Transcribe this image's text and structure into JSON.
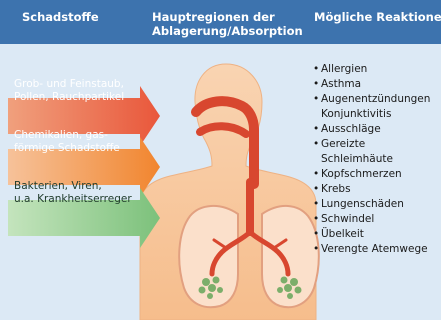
{
  "header": {
    "col_pollutants": "Schadstoffe",
    "col_regions_line1": "Hauptregionen der",
    "col_regions_line2": "Ablagerung/Absorption",
    "col_reactions": "Mögliche Reaktionen"
  },
  "pollutants": [
    {
      "line1": "Grob- und Feinstaub,",
      "line2": "Pollen, Rauchpartikel",
      "color": "#e9573b"
    },
    {
      "line1": "Chemikalien, gas-",
      "line2": "förmige Schadstoffe",
      "color": "#f1852e"
    },
    {
      "line1": "Bakterien, Viren,",
      "line2": "u.a. Krankheitserreger",
      "color": "#7cc17b"
    }
  ],
  "reactions": [
    {
      "line1": "Allergien",
      "line2": ""
    },
    {
      "line1": "Asthma",
      "line2": ""
    },
    {
      "line1": "Augenentzündungen",
      "line2": "Konjunktivitis"
    },
    {
      "line1": "Ausschläge",
      "line2": ""
    },
    {
      "line1": "Gereizte",
      "line2": "Schleimhäute"
    },
    {
      "line1": "Kopfschmerzen",
      "line2": ""
    },
    {
      "line1": "Krebs",
      "line2": ""
    },
    {
      "line1": "Lungenschäden",
      "line2": ""
    },
    {
      "line1": "Schwindel",
      "line2": ""
    },
    {
      "line1": "Übelkeit",
      "line2": ""
    },
    {
      "line1": "Verengte Atemwege",
      "line2": ""
    }
  ],
  "colors": {
    "header_bg": "#3d73ae",
    "page_bg": "#dce9f5",
    "body_fill": "#f7c79e",
    "airway": "#d8472f",
    "lung_outline": "#e2a080"
  }
}
